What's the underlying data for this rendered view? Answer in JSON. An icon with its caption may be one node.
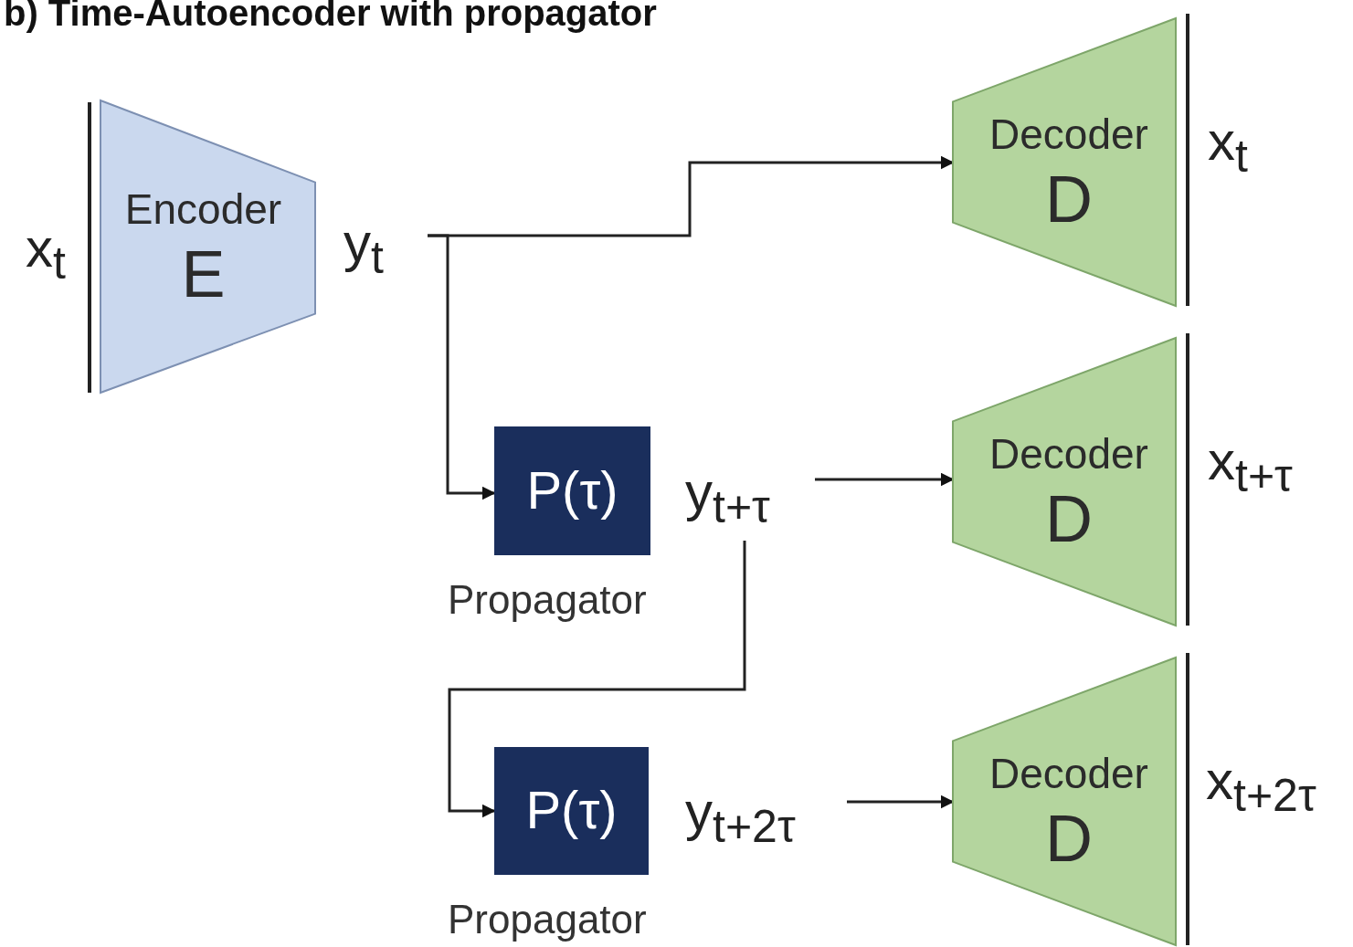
{
  "diagram": {
    "title": "b) Time-Autoencoder with propagator",
    "nodes": [
      {
        "text": [
          "Encoder",
          "E"
        ],
        "beside": [
          "x$_{t}$"
        ]
      },
      {
        "text": [
          "y$_{t}$"
        ]
      },
      {
        "text": [
          "Decoder",
          "D"
        ],
        "beside": [
          "x$_{t}$"
        ]
      },
      {
        "text": [
          "P(τ)"
        ],
        "beside": [
          "Propagator"
        ]
      },
      {
        "text": [
          "y$_{t+τ}$"
        ]
      },
      {
        "text": [
          "Decoder",
          "D"
        ],
        "beside": [
          "x$_{t+τ}$"
        ]
      },
      {
        "text": [
          "P(τ)"
        ],
        "beside": [
          "Propagator"
        ]
      },
      {
        "text": [
          "y$_{t+2τ}$"
        ]
      },
      {
        "text": [
          "Decoder",
          "D"
        ],
        "beside": [
          "x$_{t+2τ}$"
        ]
      }
    ],
    "edges": [
      {
        "from": 1,
        "to": 2,
        "arrow": "to"
      },
      {
        "from": 1,
        "to": 3,
        "arrow": "to"
      },
      {
        "from": 4,
        "to": 5,
        "arrow": "to"
      },
      {
        "from": 4,
        "to": 6,
        "arrow": "to"
      },
      {
        "from": 7,
        "to": 8,
        "arrow": "to"
      }
    ]
  }
}
